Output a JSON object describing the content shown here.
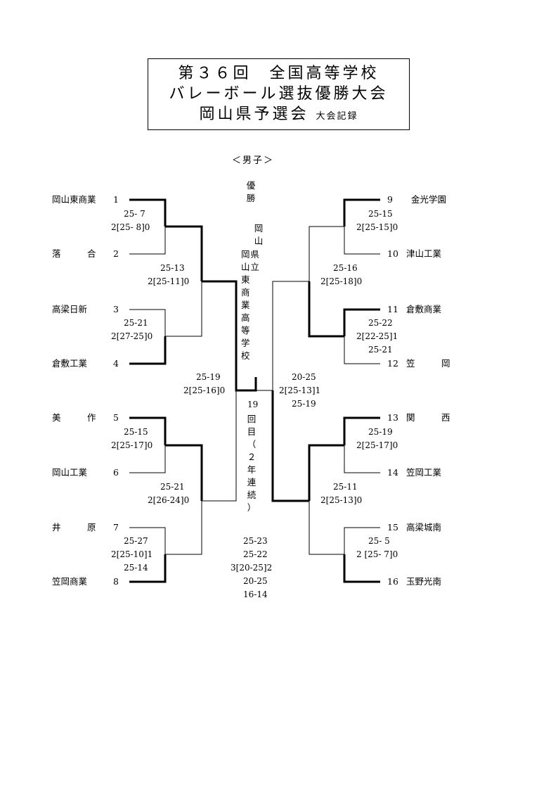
{
  "title": {
    "line1": "第３６回　全国高等学校",
    "line2": "バレーボール選抜優勝大会",
    "line3": "岡山県予選会",
    "line3_sub": "大会記録"
  },
  "division": "＜男子＞",
  "teams_left": [
    {
      "name": "岡山東商業",
      "num": "1"
    },
    {
      "name": "落　　　合",
      "num": "2"
    },
    {
      "name": "高梁日新",
      "num": "3"
    },
    {
      "name": "倉敷工業",
      "num": "4"
    },
    {
      "name": "美　　　作",
      "num": "5"
    },
    {
      "name": "岡山工業",
      "num": "6"
    },
    {
      "name": "井　　　原",
      "num": "7"
    },
    {
      "name": "笠岡商業",
      "num": "8"
    }
  ],
  "teams_right": [
    {
      "name": "金光学園",
      "num": "9"
    },
    {
      "name": "津山工業",
      "num": "10"
    },
    {
      "name": "倉敷商業",
      "num": "11"
    },
    {
      "name": "笠　　　岡",
      "num": "12"
    },
    {
      "name": "関　　　西",
      "num": "13"
    },
    {
      "name": "笠岡工業",
      "num": "14"
    },
    {
      "name": "高梁城南",
      "num": "15"
    },
    {
      "name": "玉野光南",
      "num": "16"
    }
  ],
  "scores": {
    "l1a": "25- 7",
    "l1b": "2[25- 8]0",
    "l2a": "25-21",
    "l2b": "2[27-25]0",
    "l3a": "25-15",
    "l3b": "2[25-17]0",
    "l4a": "25-27",
    "l4b": "2[25-10]1",
    "l4c": "25-14",
    "lq1a": "25-13",
    "lq1b": "2[25-11]0",
    "lq2a": "25-21",
    "lq2b": "2[26-24]0",
    "lsa": "25-19",
    "lsb": "2[25-16]0",
    "r1a": "25-15",
    "r1b": "2[25-15]0",
    "r2a": "25-22",
    "r2b": "2[22-25]1",
    "r2c": "25-21",
    "r3a": "25-19",
    "r3b": "2[25-17]0",
    "r4a": "25- 5",
    "r4b": "2 [25- 7]0",
    "rq1a": "25-16",
    "rq1b": "2[25-18]0",
    "rq2a": "25-11",
    "rq2b": "2[25-13]0",
    "rsa": "20-25",
    "rsb": "2[25-13]1",
    "rsc": "25-19",
    "fa": "25-23",
    "fb": "25-22",
    "fc": "3[20-25]2",
    "fd": "20-25",
    "fe": "16-14"
  },
  "winner": {
    "label": "優勝",
    "school_col1": "岡山",
    "school_col2": "岡県山立東商業高等学校",
    "times": "19",
    "times_rest": "回目（２年連続）"
  }
}
